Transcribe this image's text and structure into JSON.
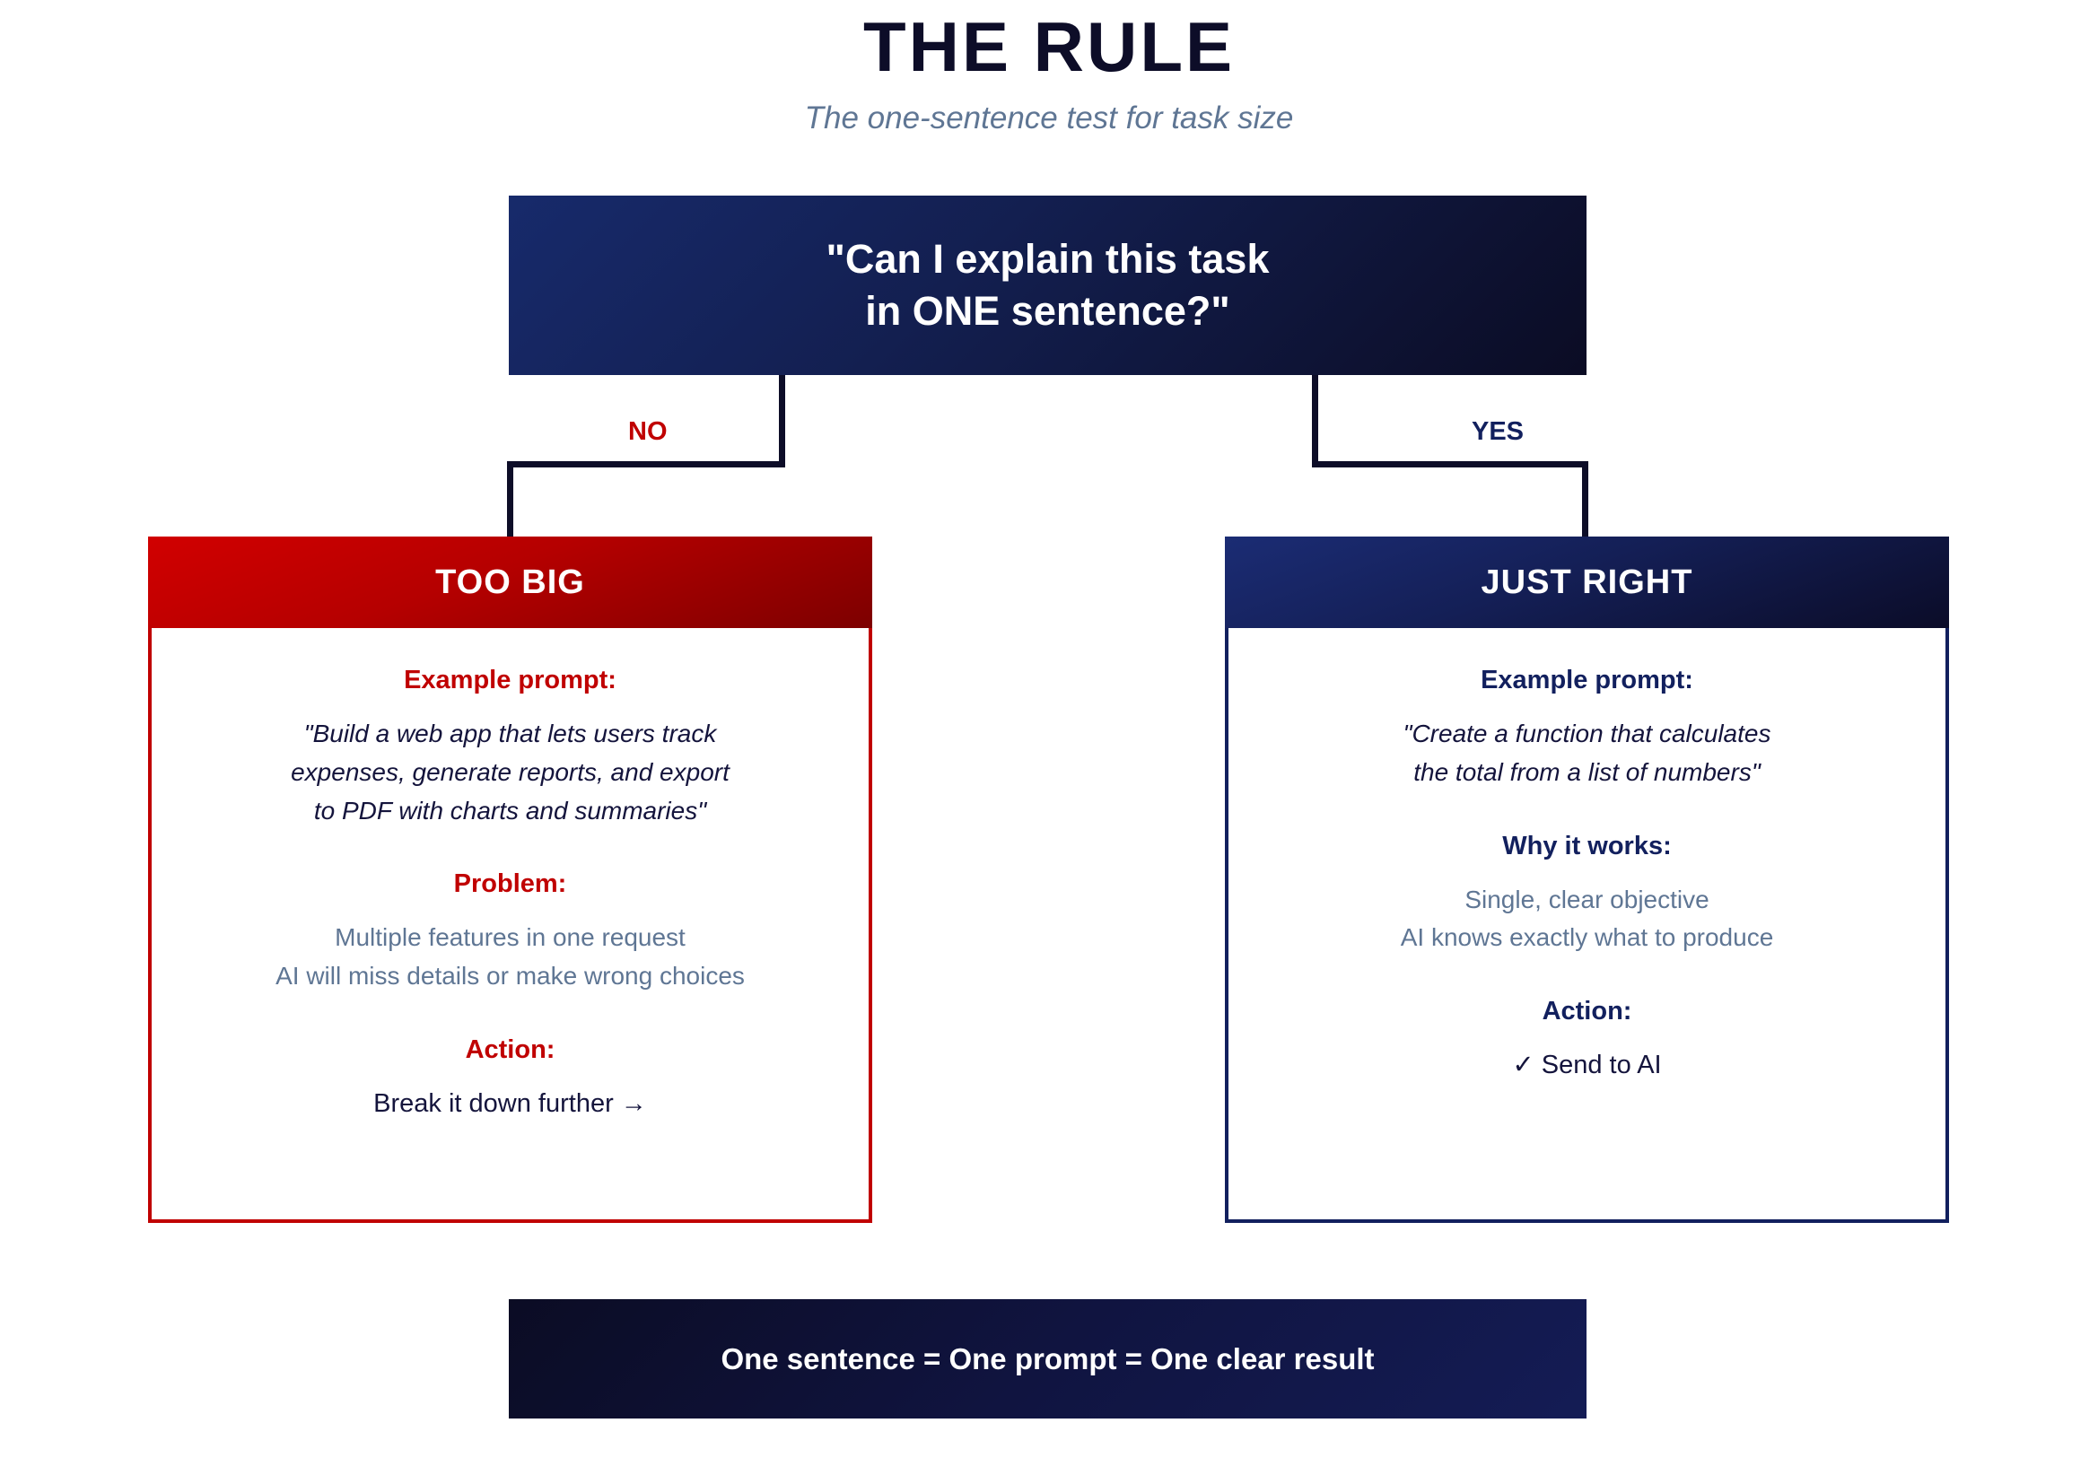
{
  "header": {
    "title": "THE RULE",
    "subtitle": "The one-sentence test for task size"
  },
  "question": {
    "line1": "\"Can I explain this task",
    "line2": "in ONE sentence?\""
  },
  "branches": {
    "no_label": "NO",
    "yes_label": "YES"
  },
  "cards": [
    {
      "id": "too-big",
      "header": "TOO BIG",
      "accent": "#c00000",
      "sections": [
        {
          "heading": "Example prompt:",
          "lines": [
            "\"Build a web app that lets users track",
            "expenses, generate reports, and export",
            "to PDF with charts and summaries\""
          ],
          "style": "quote"
        },
        {
          "heading": "Problem:",
          "lines": [
            "Multiple features in one request",
            "AI will miss details or make wrong choices"
          ],
          "style": "reason"
        },
        {
          "heading": "Action:",
          "lines": [
            "Break it down further →"
          ],
          "style": "action"
        }
      ]
    },
    {
      "id": "just-right",
      "header": "JUST RIGHT",
      "accent": "#12205e",
      "sections": [
        {
          "heading": "Example prompt:",
          "lines": [
            "\"Create a function that calculates",
            "the total from a list of numbers\""
          ],
          "style": "quote"
        },
        {
          "heading": "Why it works:",
          "lines": [
            "Single, clear objective",
            "AI knows exactly what to produce"
          ],
          "style": "reason"
        },
        {
          "heading": "Action:",
          "lines": [
            "✓ Send to AI"
          ],
          "style": "action"
        }
      ]
    }
  ],
  "footer": {
    "text": "One sentence = One prompt = One clear result"
  },
  "colors": {
    "ink": "#0d0d28",
    "navy": "#12205e",
    "red": "#c00000",
    "muted": "#5f7694",
    "background": "#ffffff"
  }
}
